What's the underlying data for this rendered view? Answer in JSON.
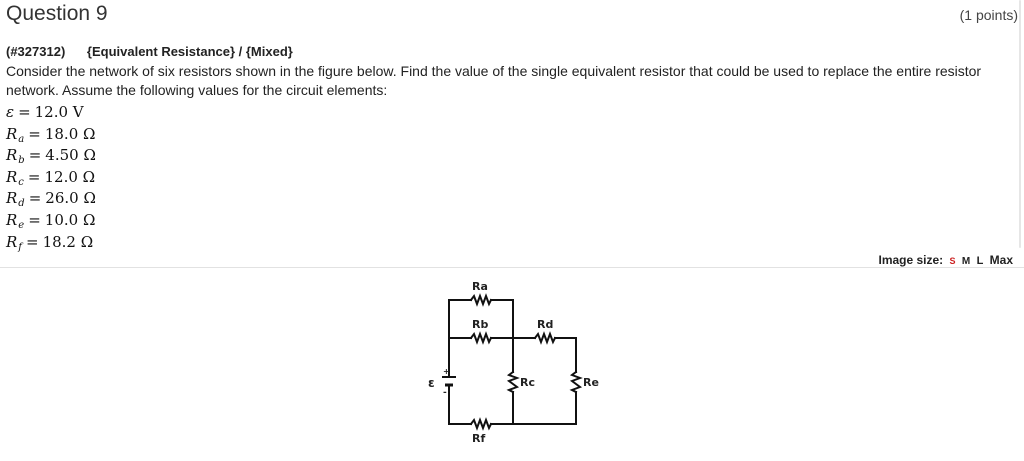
{
  "question": {
    "title": "Question 9",
    "points": "(1 points)",
    "id": "(#327312)",
    "tags": "{Equivalent Resistance} / {Mixed}",
    "text": "Consider the network of six resistors shown in the figure below.  Find the value of the single equivalent resistor that could be used to replace the entire resistor network. Assume the following values for the circuit elements:"
  },
  "variables": [
    {
      "symbol": "ε",
      "sub": "",
      "value": "12.0 V"
    },
    {
      "symbol": "R",
      "sub": "a",
      "value": "18.0 Ω"
    },
    {
      "symbol": "R",
      "sub": "b",
      "value": "4.50 Ω"
    },
    {
      "symbol": "R",
      "sub": "c",
      "value": "12.0 Ω"
    },
    {
      "symbol": "R",
      "sub": "d",
      "value": "26.0 Ω"
    },
    {
      "symbol": "R",
      "sub": "e",
      "value": "10.0 Ω"
    },
    {
      "symbol": "R",
      "sub": "f",
      "value": "18.2 Ω"
    }
  ],
  "image_size": {
    "label": "Image size:",
    "options": [
      "S",
      "M",
      "L",
      "Max"
    ],
    "selected": "S",
    "selected_color": "#cc2222"
  },
  "circuit": {
    "labels": {
      "ra": "Ra",
      "rb": "Rb",
      "rc": "Rc",
      "rd": "Rd",
      "re": "Re",
      "rf": "Rf",
      "emf": "ε",
      "plus": "+",
      "minus": "-"
    }
  }
}
